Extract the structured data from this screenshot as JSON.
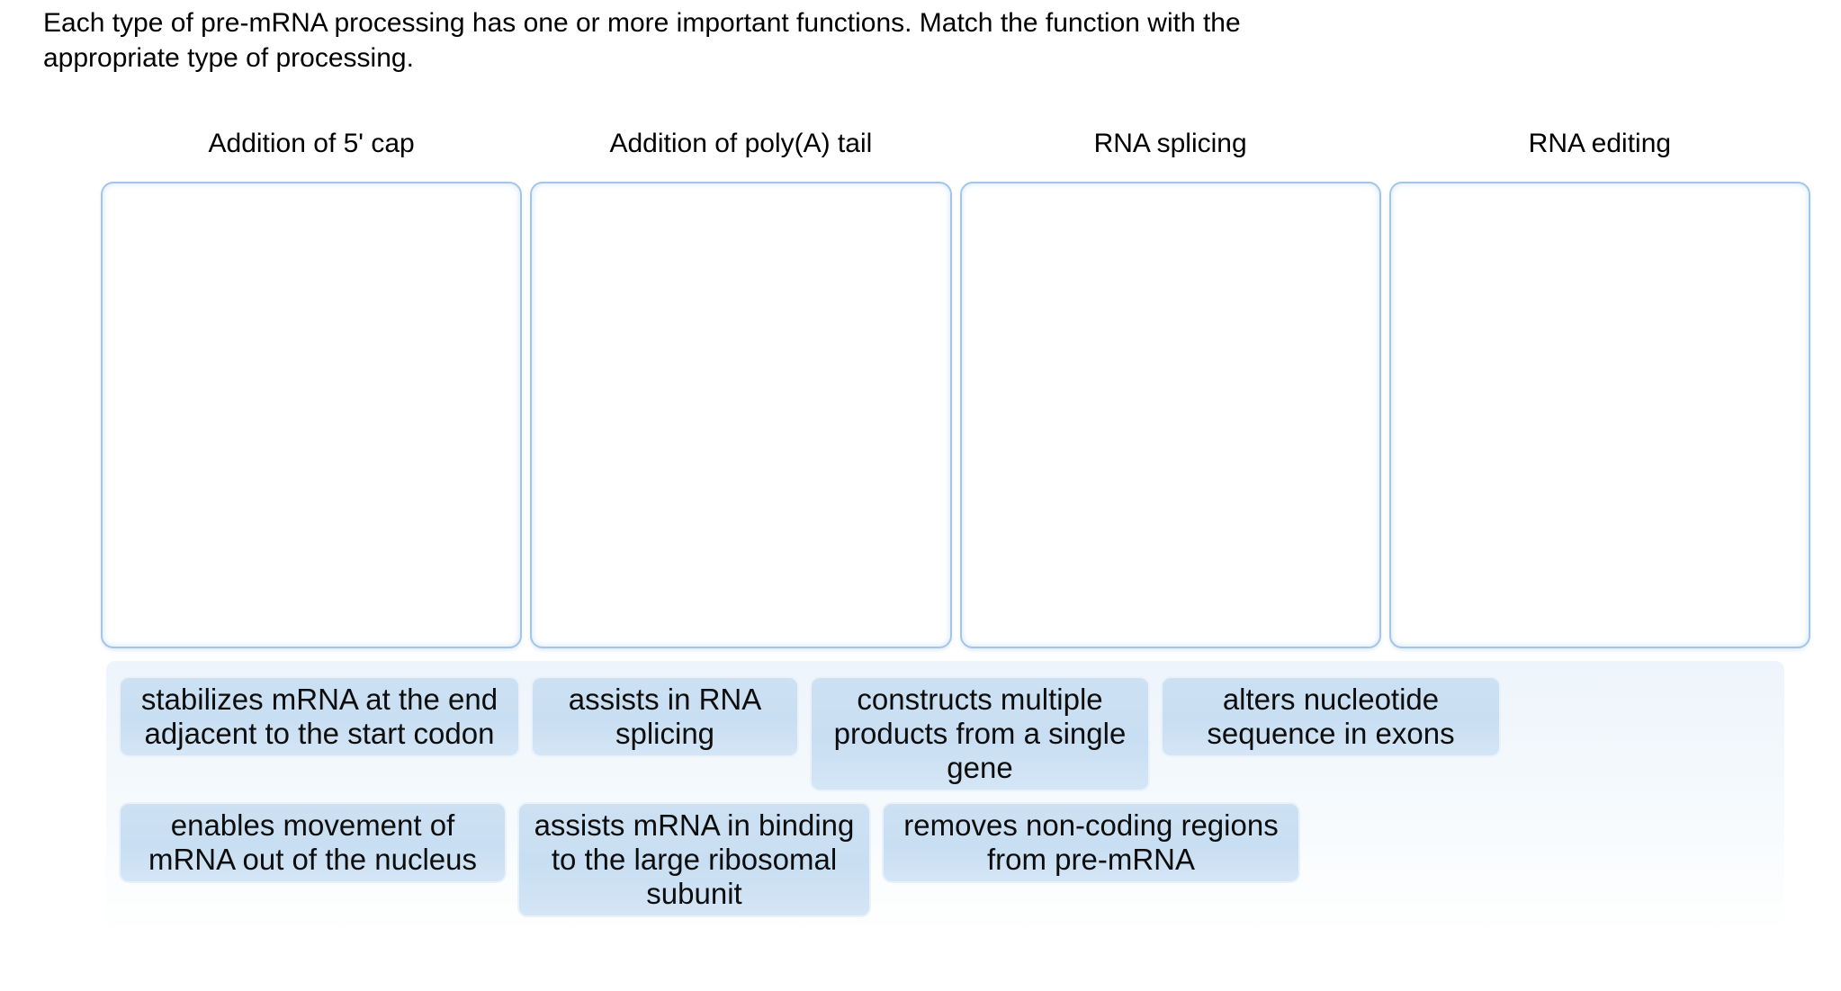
{
  "prompt": {
    "line1": "Each type of pre-mRNA processing has one or more important functions. Match the function with the",
    "line2": "appropriate type of processing."
  },
  "columns": [
    {
      "label": "Addition of 5' cap"
    },
    {
      "label": "Addition of poly(A) tail"
    },
    {
      "label": "RNA splicing"
    },
    {
      "label": "RNA editing"
    }
  ],
  "tray": {
    "tiles": [
      {
        "label": "stabilizes mRNA at the end adjacent to the start codon"
      },
      {
        "label": "assists in RNA splicing"
      },
      {
        "label": "constructs multiple products from a single gene"
      },
      {
        "label": "alters nucleotide sequence in exons"
      },
      {
        "label": "enables movement of mRNA out of the nucleus"
      },
      {
        "label": "assists mRNA in binding to the large ribosomal subunit"
      },
      {
        "label": "removes non-coding regions from pre-mRNA"
      }
    ]
  },
  "colors": {
    "tile_fill": "#cde1f3",
    "tile_border": "#e9f2fa",
    "dropzone_border": "#a3c6e8",
    "tray_fill_top": "#edf4fb",
    "text": "#000000"
  }
}
